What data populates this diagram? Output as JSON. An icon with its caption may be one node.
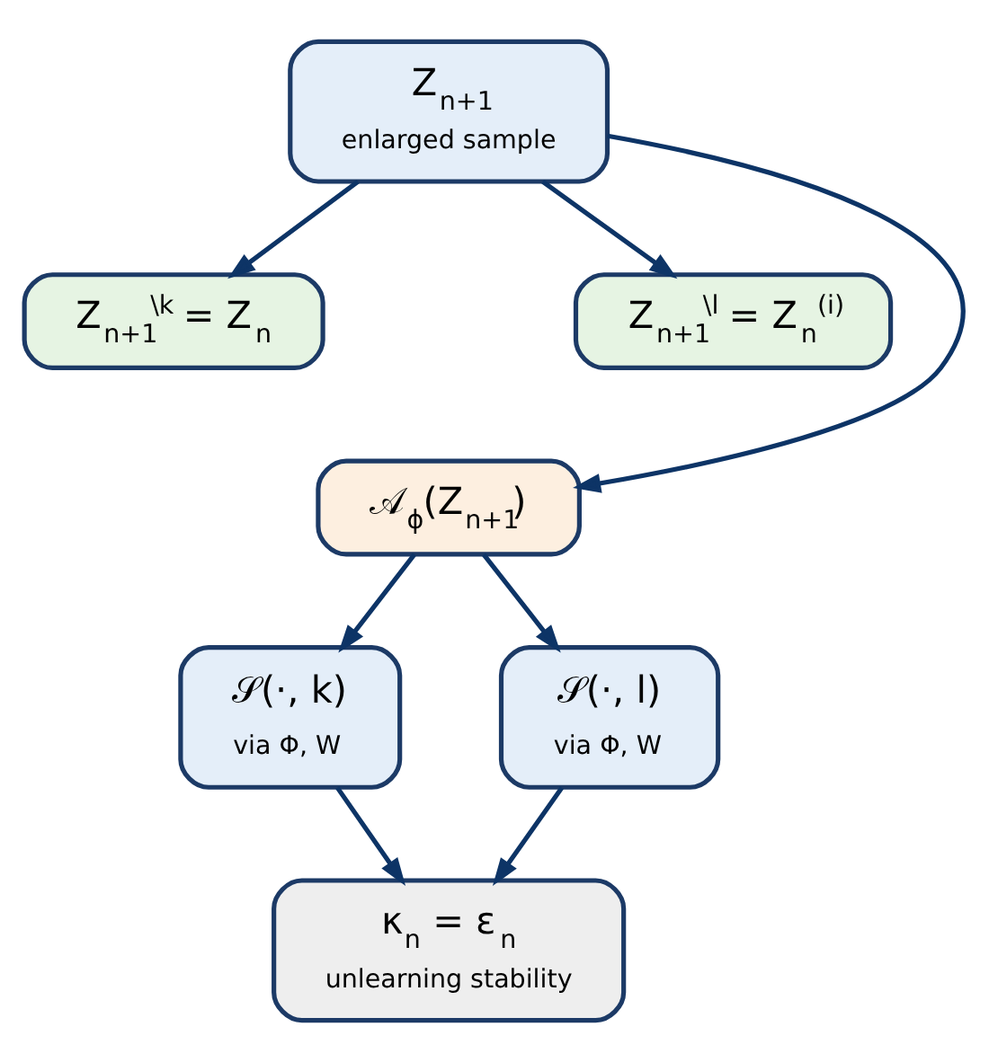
{
  "diagram": {
    "nodes": [
      {
        "text": [
          "Z$_{n+1}$",
          "enlarged sample"
        ]
      },
      {
        "text": [
          "Z$_{n+1}$$^{\\k}$ = Z$_{n}$"
        ]
      },
      {
        "text": [
          "Z$_{n+1}$$^{\\l}$ = Z$_{n}$$^{(i)}$"
        ]
      },
      {
        "text": [
          "𝒜$_{ϕ}$(Z$_{n+1}$)"
        ]
      },
      {
        "text": [
          "𝒮(·, k)",
          "via Φ, W"
        ]
      },
      {
        "text": [
          "𝒮(·, l)",
          "via Φ, W"
        ]
      },
      {
        "text": [
          "κ$_{n}$ = ε$_{n}$",
          "unlearning stability"
        ]
      }
    ],
    "edges": [
      {
        "from": 0,
        "to": 1,
        "arrow": "to"
      },
      {
        "from": 0,
        "to": 2,
        "arrow": "to"
      },
      {
        "from": 0,
        "to": 3,
        "arrow": "to"
      },
      {
        "from": 3,
        "to": 4,
        "arrow": "to"
      },
      {
        "from": 3,
        "to": 5,
        "arrow": "to"
      },
      {
        "from": 4,
        "to": 6,
        "arrow": "to"
      },
      {
        "from": 5,
        "to": 6,
        "arrow": "to"
      }
    ]
  }
}
